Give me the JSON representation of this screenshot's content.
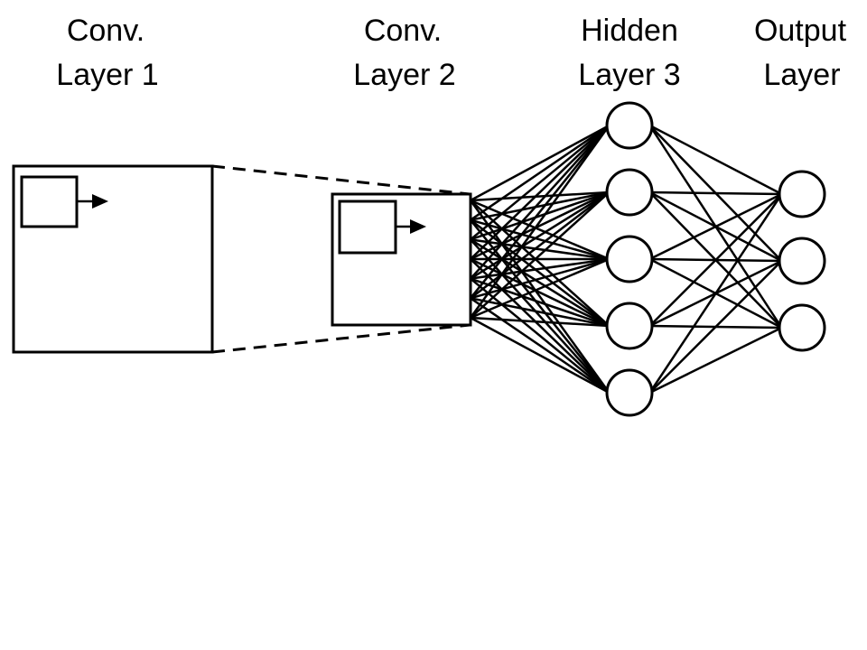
{
  "layers": [
    {
      "id": "conv1",
      "label_line1": "Conv.",
      "label_line2": "Layer 1"
    },
    {
      "id": "conv2",
      "label_line1": "Conv.",
      "label_line2": "Layer 2"
    },
    {
      "id": "hidden3",
      "label_line1": "Hidden",
      "label_line2": "Layer 3",
      "neurons": 5
    },
    {
      "id": "output",
      "label_line1": "Output",
      "label_line2": "Layer",
      "neurons": 3
    }
  ],
  "colors": {
    "stroke": "#000000",
    "fill": "#ffffff"
  }
}
